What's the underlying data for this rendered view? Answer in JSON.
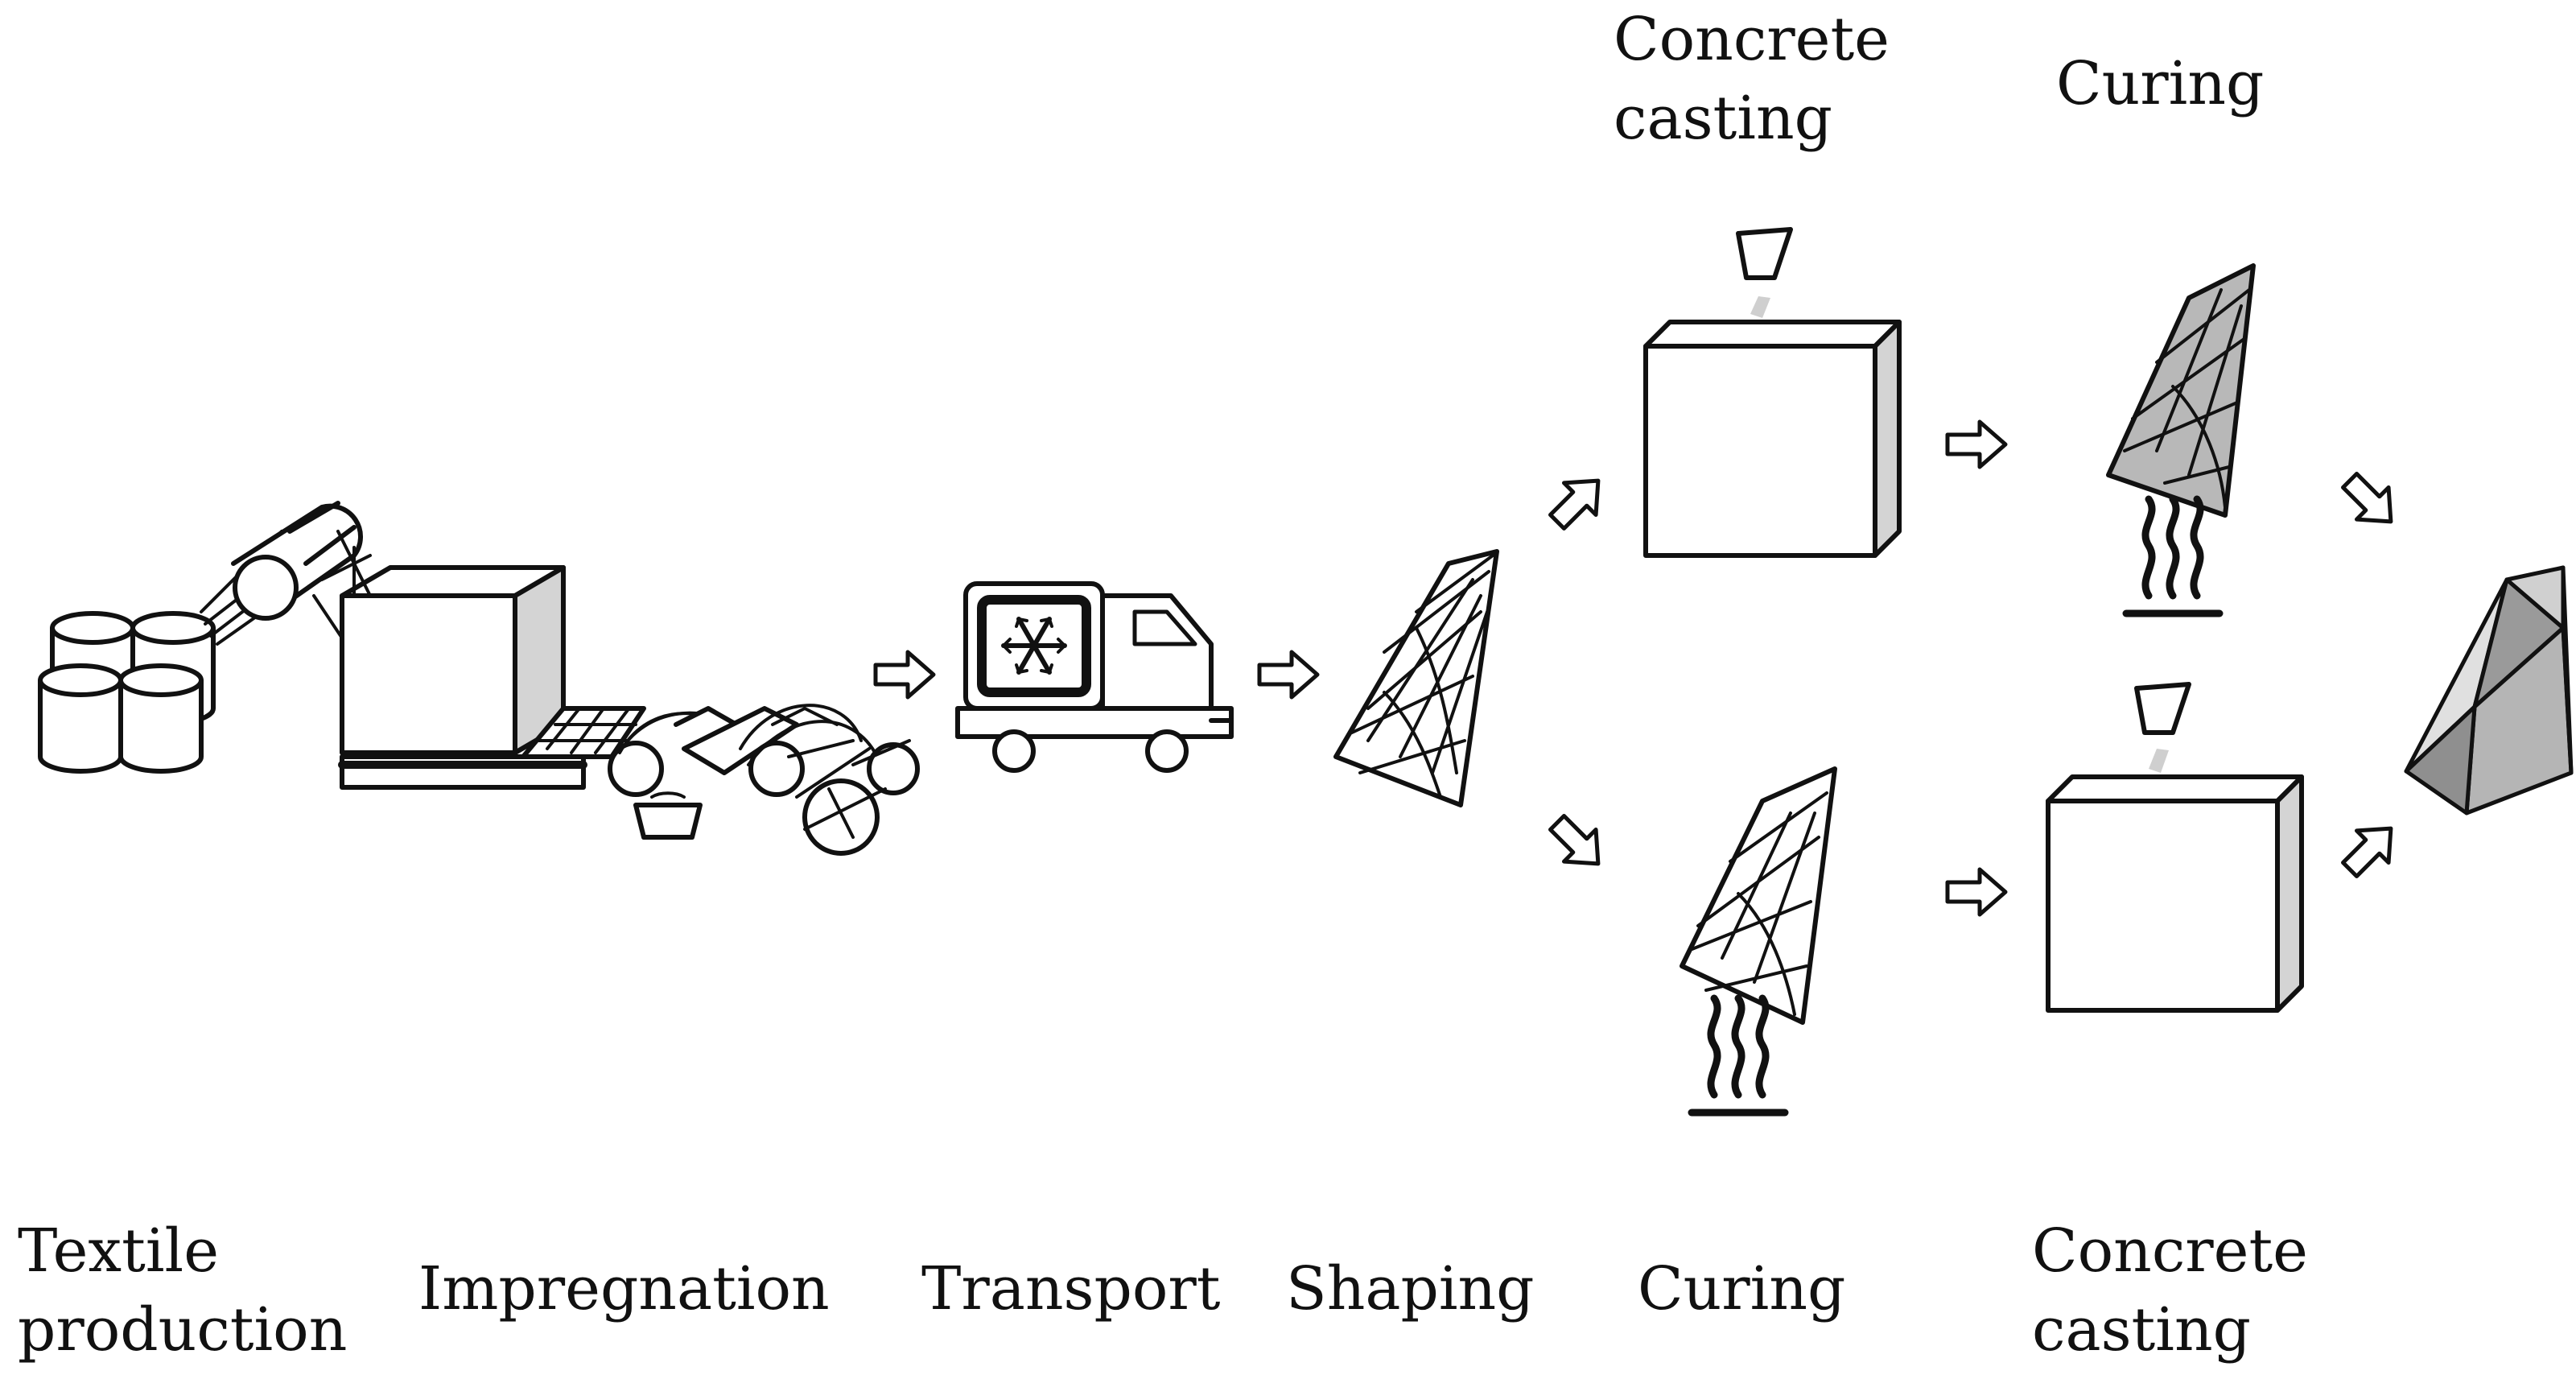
{
  "labels": {
    "textile_production": [
      "Textile",
      "production"
    ],
    "impregnation": "Impregnation",
    "transport": "Transport",
    "shaping": "Shaping",
    "curing_bottom": "Curing",
    "casting_bottom": [
      "Concrete",
      "casting"
    ],
    "casting_top": [
      "Concrete",
      "casting"
    ],
    "curing_top": "Curing"
  },
  "icons": {
    "textile": "yarn-bobbins-icon",
    "impregnation": "impregnation-machine-icon",
    "transport": "refrigerated-truck-icon",
    "shaping": "textile-mesh-icon",
    "casting": "concrete-formwork-icon",
    "curing": "heat-curing-icon",
    "result": "finished-shell-icon"
  },
  "colors": {
    "line": "#111111",
    "fill_light": "#d6d6d6",
    "fill_mid": "#b8b8b8",
    "fill_dark": "#8f8f8f",
    "background": "#ffffff"
  }
}
